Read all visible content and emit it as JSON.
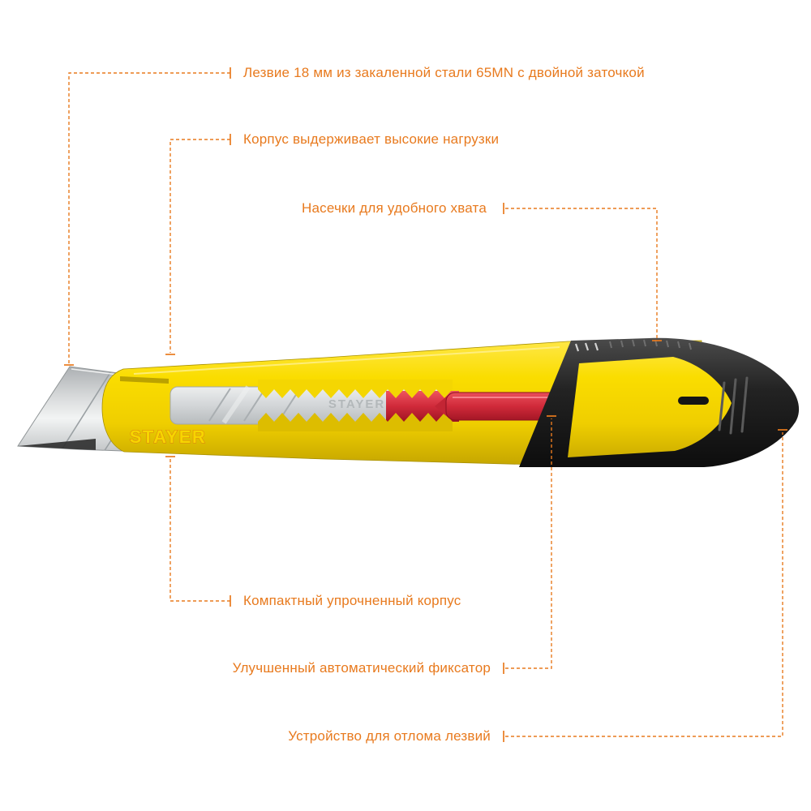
{
  "colors": {
    "accent_orange": "#e87a1e",
    "body_yellow": "#f5d802",
    "slider_red": "#d02a3a",
    "tail_black": "#1a1a1a",
    "blade_silver": "#d7d9da"
  },
  "product": {
    "brand_logo": "STAYER",
    "brand_engraving": "STAYER"
  },
  "callouts": [
    {
      "name": "blade",
      "label": "Лезвие 18 мм из закаленной стали 65MN с двойной заточкой"
    },
    {
      "name": "body-load",
      "label": "Корпус выдерживает высокие нагрузки"
    },
    {
      "name": "grip-notches",
      "label": "Насечки для удобного хвата"
    },
    {
      "name": "compact-body",
      "label": "Компактный упрочненный корпус"
    },
    {
      "name": "auto-lock",
      "label": "Улучшенный автоматический фиксатор"
    },
    {
      "name": "blade-snap",
      "label": "Устройство для отлома лезвий"
    }
  ]
}
